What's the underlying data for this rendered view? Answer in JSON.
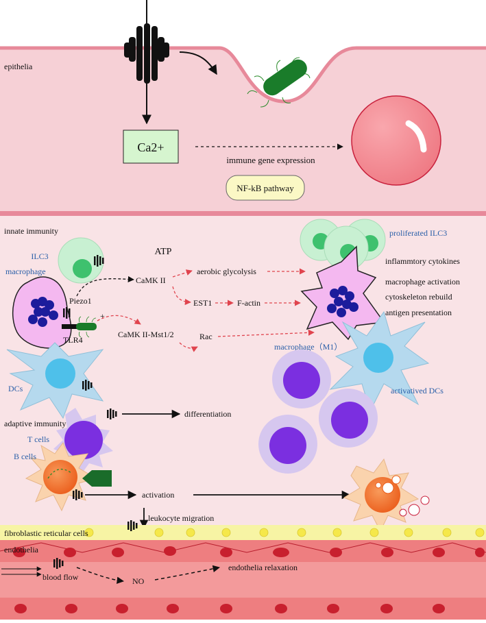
{
  "regions": {
    "epithelia": "epithelia",
    "innate": "innate immunity",
    "adaptive": "adaptive immunity",
    "frc": "fibroblastic reticular cells",
    "endothelia": "endothelia"
  },
  "labels": {
    "ca": "Ca2+",
    "immune_gene": "immune gene expression",
    "nfkb": "NF-kB pathway",
    "atp": "ATP",
    "ilc3": "ILC3",
    "macrophage": "macrophage",
    "piezo1": "Piezo1",
    "tlr4": "TLR4",
    "plus": "+",
    "camk2": "CaMK II",
    "aerobic": "aerobic glycolysis",
    "est1": "EST1",
    "factin": "F-actin",
    "camk_mst": "CaMK II-Mst1/2",
    "rac": "Rac",
    "prolif_ilc3": "proliferated ILC3",
    "inflam": "inflammtory cytokines",
    "mac_act": "macrophage activation",
    "cyto": "cytoskeleton rebuild",
    "antigen": "antigen presentation",
    "mac_m1": "macrophage（M1）",
    "dcs": "DCs",
    "act_dcs": "activatived DCs",
    "diff": "differentiation",
    "tcells": "T cells",
    "bcells": "B cells",
    "activation": "activation",
    "leuko": "leukocyte migration",
    "blood": "blood flow",
    "no": "NO",
    "endo_relax": "endothelia relaxation"
  },
  "colors": {
    "epithelium": "#f6d0d6",
    "epithelium_border": "#e7899a",
    "innate_bg": "#f9e3e6",
    "blue_label": "#2a5fa8",
    "red_arrow": "#e0444e",
    "vessel": "#ee7e80",
    "rbc": "#c8202e",
    "frc": "#f7f4a4",
    "bacteria": "#2a8a2a",
    "ilc3": "#c8f0d2",
    "macrophage": "#f4b8f0",
    "nucleus": "#1c1c9c",
    "dc": "#b5d9ee",
    "tcell": "#d6c7ef",
    "tcell_nucleus": "#7b2fe0",
    "bcell": "#fad3ad",
    "bcell_nucleus": "#f07020"
  },
  "icons": {
    "piezo": "piezo-channel-icon",
    "bacteria": "bacteria-icon",
    "antibody": "antigen-icon"
  }
}
